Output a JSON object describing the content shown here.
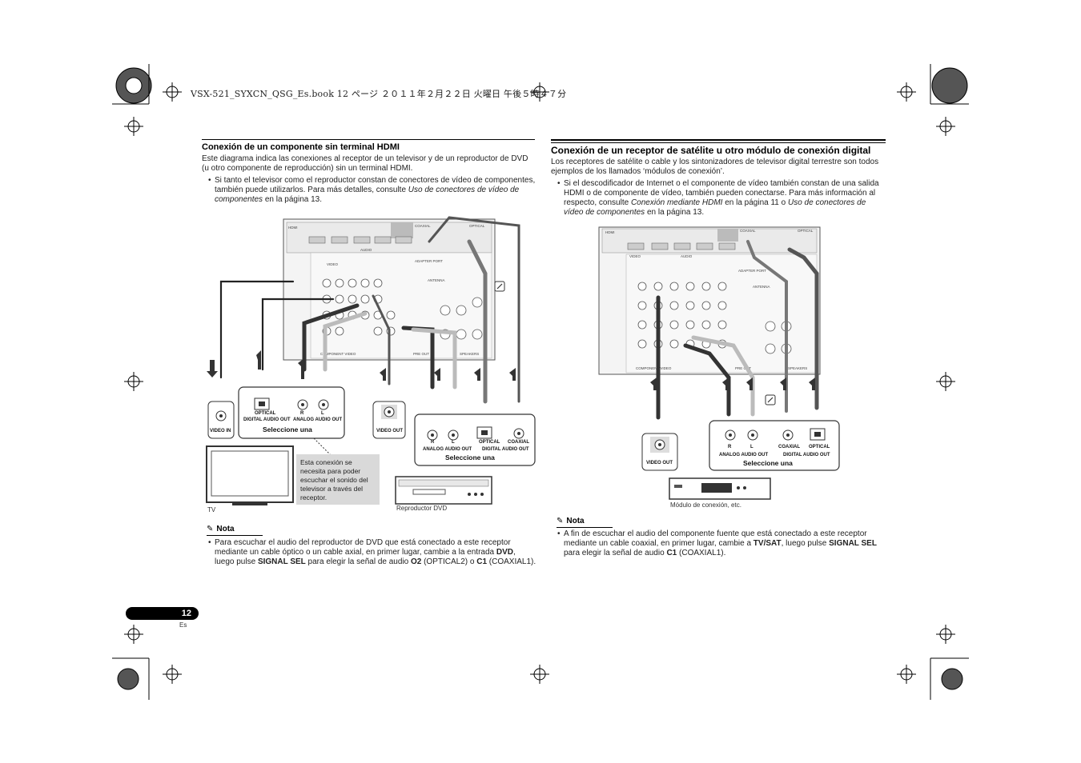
{
  "header": {
    "file_line": "VSX-521_SYXCN_QSG_Es.book   12 ページ   ２０１１年２月２２日   火曜日   午後５時４７分"
  },
  "left": {
    "title": "Conexión de un componente sin terminal HDMI",
    "intro": "Este diagrama indica las conexiones al receptor de un televisor y de un reproductor de DVD (u otro componente de reproducción) sin un terminal HDMI.",
    "bullet_plain": "Si tanto el televisor como el reproductor constan de conectores de vídeo de componentes, también puede utilizarlos. Para más detalles, consulte ",
    "bullet_italic": "Uso de conectores de vídeo de componentes",
    "bullet_end": " en la página 13.",
    "diagram": {
      "video_in": "VIDEO IN",
      "optical_digital": "OPTICAL",
      "digital_audio_out": "DIGITAL AUDIO OUT",
      "r": "R",
      "l": "L",
      "analog_audio_out": "ANALOG AUDIO OUT",
      "seleccione_una": "Seleccione una",
      "video_out": "VIDEO OUT",
      "optical": "OPTICAL",
      "coaxial": "COAXIAL",
      "seleccione_una_2": "Seleccione una",
      "note": "Esta conexión se necesita para poder escuchar el sonido del televisor a través del receptor.",
      "tv_caption": "TV",
      "dvd_caption": "Reproductor DVD"
    },
    "nota_title": "Nota",
    "nota_1": "Para escuchar el audio del reproductor de DVD que está conectado a este receptor mediante un cable óptico o un cable axial, en primer lugar, cambie a la entrada ",
    "nota_b1": "DVD",
    "nota_2": ", luego pulse ",
    "nota_b2": "SIGNAL SEL",
    "nota_3": " para elegir la señal de audio ",
    "nota_b3": "O2",
    "nota_4": " (OPTICAL2) o ",
    "nota_b4": "C1",
    "nota_5": " (COAXIAL1)."
  },
  "right": {
    "title": "Conexión de un receptor de satélite u otro módulo de conexión digital",
    "intro": "Los receptores de satélite o cable y los sintonizadores de televisor digital terrestre son todos ejemplos de los llamados ‘módulos de conexión’.",
    "bullet_a": "Si el descodificador de Internet o el componente de vídeo también constan de una salida HDMI o de componente de vídeo, también pueden conectarse. Para más información al respecto, consulte ",
    "bullet_i1": "Conexión mediante HDMI",
    "bullet_b": " en la página 11 o ",
    "bullet_i2": "Uso de conectores de vídeo de componentes",
    "bullet_c": " en la página 13.",
    "diagram": {
      "video_out": "VIDEO OUT",
      "r": "R",
      "l": "L",
      "analog_audio_out": "ANALOG AUDIO OUT",
      "coaxial": "COAXIAL",
      "optical": "OPTICAL",
      "digital_audio_out": "DIGITAL AUDIO OUT",
      "seleccione_una": "Seleccione una",
      "caption": "Módulo de conexión, etc."
    },
    "nota_title": "Nota",
    "nota_1": "A fin de escuchar el audio del componente fuente que está conectado a este receptor mediante un cable coaxial, en primer lugar, cambie a ",
    "nota_b1": "TV/SAT",
    "nota_2": ", luego pulse ",
    "nota_b2": "SIGNAL SEL",
    "nota_3": " para elegir la señal de audio ",
    "nota_b3": "C1",
    "nota_4": " (COAXIAL1)."
  },
  "footer": {
    "page_number": "12",
    "lang": "Es"
  }
}
